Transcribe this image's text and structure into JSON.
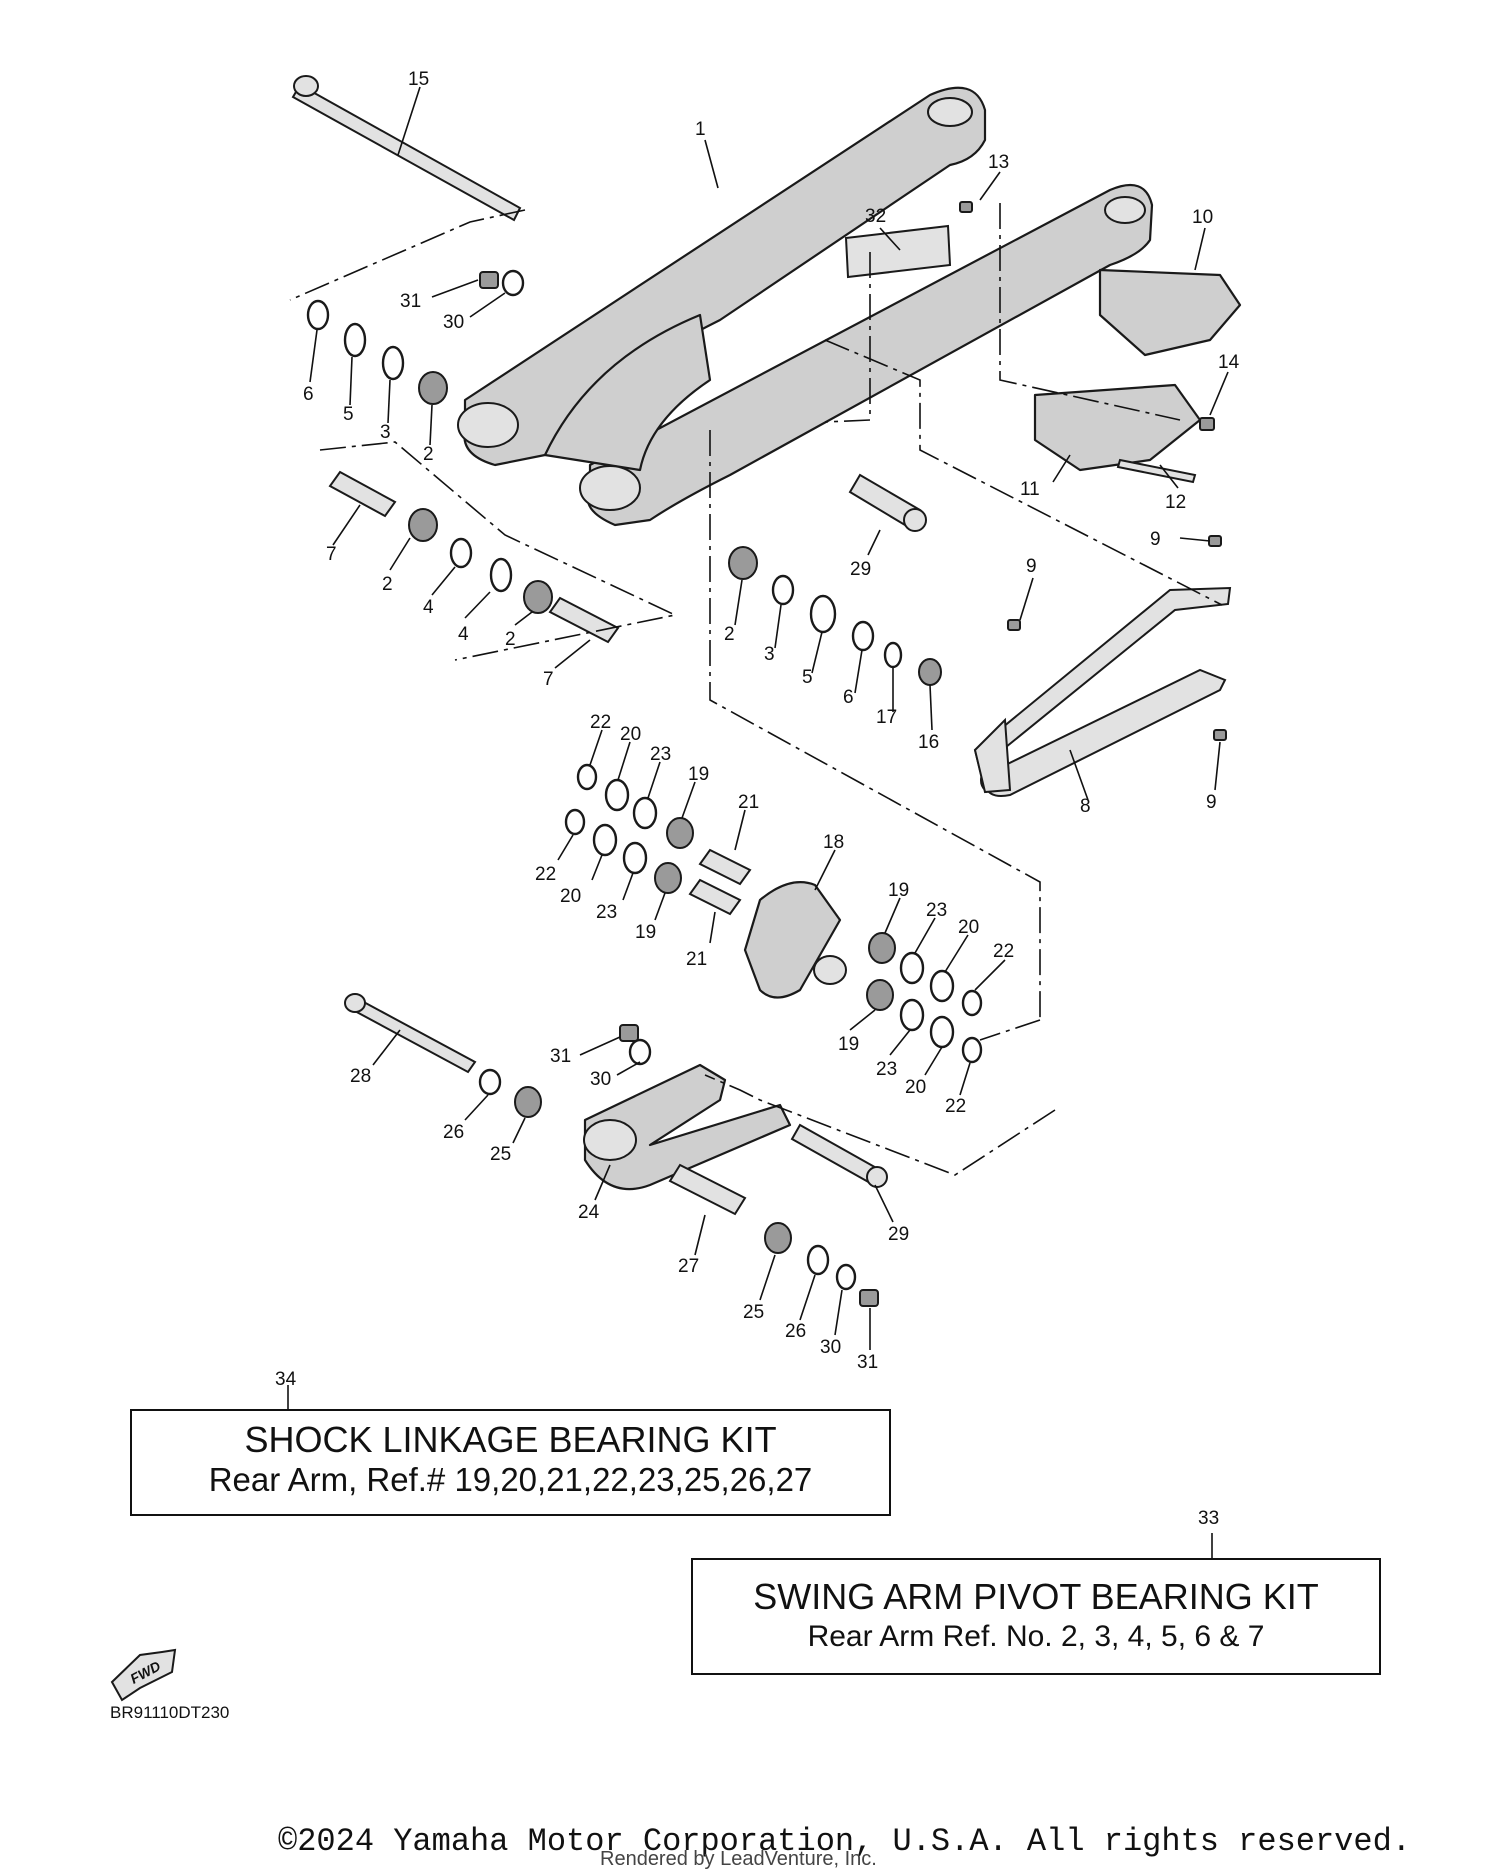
{
  "callouts": [
    "15",
    "1",
    "13",
    "32",
    "10",
    "31",
    "30",
    "6",
    "5",
    "3",
    "2",
    "14",
    "7",
    "2",
    "4",
    "4",
    "2",
    "7",
    "11",
    "12",
    "29",
    "9",
    "9",
    "2",
    "3",
    "5",
    "6",
    "17",
    "16",
    "8",
    "9",
    "22",
    "20",
    "23",
    "19",
    "21",
    "22",
    "20",
    "23",
    "19",
    "21",
    "18",
    "19",
    "23",
    "20",
    "22",
    "19",
    "23",
    "20",
    "22",
    "28",
    "31",
    "30",
    "26",
    "25",
    "24",
    "29",
    "27",
    "25",
    "26",
    "30",
    "31",
    "34",
    "33"
  ],
  "kits": {
    "shock_linkage": {
      "title": "SHOCK LINKAGE BEARING KIT",
      "subtitle": "Rear Arm, Ref.# 19,20,21,22,23,25,26,27"
    },
    "swing_arm_pivot": {
      "title": "SWING ARM PIVOT BEARING KIT",
      "subtitle": "Rear Arm Ref. No. 2, 3, 4, 5, 6 & 7"
    }
  },
  "fwd_label": "FWD",
  "diagram_code": "BR91110DT230",
  "copyright": "©2024 Yamaha Motor Corporation, U.S.A. All rights reserved.",
  "rendered_by": "Rendered by LeadVenture, Inc."
}
